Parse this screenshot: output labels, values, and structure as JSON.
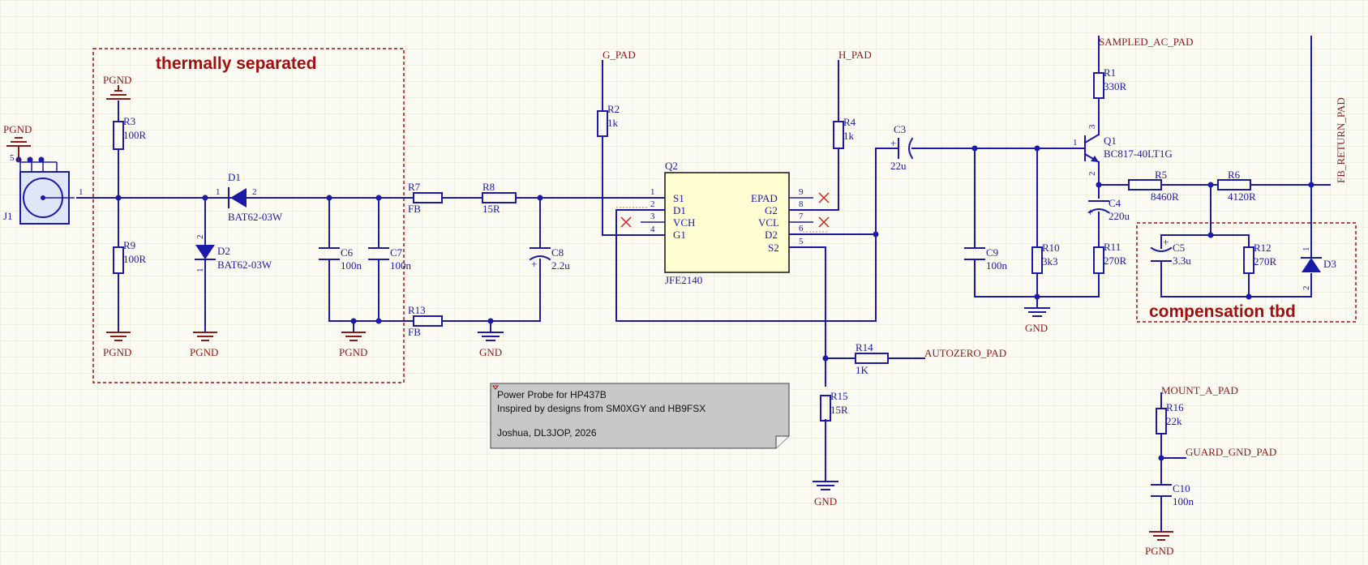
{
  "groups": {
    "thermal": "thermally separated",
    "compensation": "compensation tbd"
  },
  "note": {
    "line1": "Power Probe for HP437B",
    "line2": "Inspired by designs from SM0XGY and HB9FSX",
    "line3": "Joshua, DL3JOP, 2026"
  },
  "nets": {
    "pgnd": "PGND",
    "gnd": "GND",
    "g_pad": "G_PAD",
    "h_pad": "H_PAD",
    "sampled_ac_pad": "SAMPLED_AC_PAD",
    "fb_return_pad": "FB_RETURN_PAD",
    "autozero_pad": "AUTOZERO_PAD",
    "mount_a_pad": "MOUNT_A_PAD",
    "guard_gnd_pad": "GUARD_GND_PAD"
  },
  "components": {
    "J1": {
      "ref": "J1",
      "pin1": "1",
      "pin5": "5"
    },
    "R3": {
      "ref": "R3",
      "value": "100R"
    },
    "R9": {
      "ref": "R9",
      "value": "100R"
    },
    "D1": {
      "ref": "D1",
      "value": "BAT62-03W",
      "pin1": "1",
      "pin2": "2"
    },
    "D2": {
      "ref": "D2",
      "value": "BAT62-03W",
      "pin1": "1",
      "pin2": "2"
    },
    "C6": {
      "ref": "C6",
      "value": "100n"
    },
    "C7": {
      "ref": "C7",
      "value": "100n"
    },
    "R7": {
      "ref": "R7",
      "value": "FB"
    },
    "R8": {
      "ref": "R8",
      "value": "15R"
    },
    "R13": {
      "ref": "R13",
      "value": "FB"
    },
    "C8": {
      "ref": "C8",
      "value": "2.2u"
    },
    "R2": {
      "ref": "R2",
      "value": "1k"
    },
    "R4": {
      "ref": "R4",
      "value": "1k"
    },
    "Q2": {
      "ref": "Q2",
      "value": "JFE2140",
      "left_pins": [
        "S1",
        "D1",
        "VCH",
        "G1"
      ],
      "left_nums": [
        "1",
        "2",
        "3",
        "4"
      ],
      "right_pins": [
        "EPAD",
        "G2",
        "VCL",
        "D2",
        "S2"
      ],
      "right_nums": [
        "9",
        "8",
        "7",
        "6",
        "5"
      ]
    },
    "C3": {
      "ref": "C3",
      "value": "22u"
    },
    "R14": {
      "ref": "R14",
      "value": "1K"
    },
    "R15": {
      "ref": "R15",
      "value": "15R"
    },
    "C9": {
      "ref": "C9",
      "value": "100n"
    },
    "R10": {
      "ref": "R10",
      "value": "3k3"
    },
    "R1": {
      "ref": "R1",
      "value": "330R"
    },
    "Q1": {
      "ref": "Q1",
      "value": "BC817-40LT1G",
      "pin1": "1",
      "pin2": "2",
      "pin3": "3"
    },
    "C4": {
      "ref": "C4",
      "value": "220u"
    },
    "R11": {
      "ref": "R11",
      "value": "270R"
    },
    "R5": {
      "ref": "R5",
      "value": "8460R"
    },
    "R6": {
      "ref": "R6",
      "value": "4120R"
    },
    "C5": {
      "ref": "C5",
      "value": "3.3u"
    },
    "R12": {
      "ref": "R12",
      "value": "270R"
    },
    "D3": {
      "ref": "D3",
      "pin1": "1",
      "pin2": "2"
    },
    "R16": {
      "ref": "R16",
      "value": "22k"
    },
    "C10": {
      "ref": "C10",
      "value": "100n"
    }
  }
}
